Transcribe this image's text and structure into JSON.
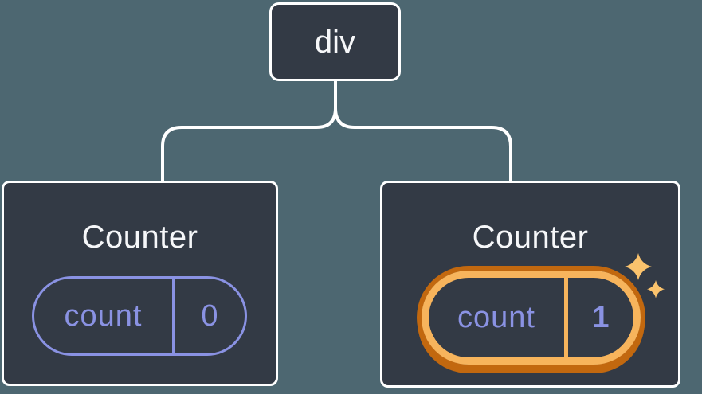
{
  "diagram": {
    "description": "component-tree",
    "root_node": {
      "label": "div"
    },
    "children": [
      {
        "title": "Counter",
        "state_pill": {
          "key_label": "count",
          "value": "0"
        },
        "highlighted": false
      },
      {
        "title": "Counter",
        "state_pill": {
          "key_label": "count",
          "value": "1"
        },
        "highlighted": true
      }
    ]
  },
  "icons": {
    "sparkles": "sparkles-icon"
  },
  "colors": {
    "background": "#4d6771",
    "node_fill": "#333a45",
    "node_border": "#ffffff",
    "connector_line": "#ffffff",
    "state_purple": "#8a92e3",
    "highlight_orange_light": "#f7b45c",
    "highlight_orange_dark": "#c2680f",
    "sparkle": "#fbc36d",
    "title_text": "#f6f7f9"
  }
}
